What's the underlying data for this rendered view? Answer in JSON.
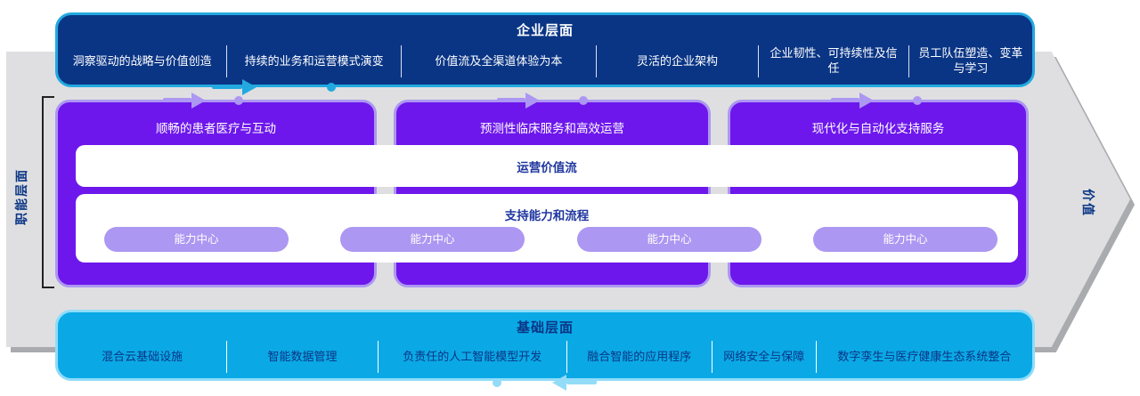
{
  "colors": {
    "navy": "#0A3585",
    "cyan": "#22A9E0",
    "purple": "#6D17EC",
    "light-purple": "#AC97F2",
    "sky": "#0AA9E6",
    "pale-border": "#8FDCF9",
    "pale-blue": "#93DCF8",
    "gray": "#DFDFE1",
    "gray-shadow": "#A9ABAE",
    "text-navy": "#20379F",
    "bracket": "#222222"
  },
  "enterprise": {
    "title": "企业层面",
    "items": [
      "洞察驱动的战略与价值创造",
      "持续的业务和运营模式演变",
      "价值流及全渠道体验为本",
      "灵活的企业架构",
      "企业韧性、可持续性及信任",
      "员工队伍塑造、变革与学习"
    ]
  },
  "functional": {
    "label": "职能层面",
    "boxes": [
      {
        "title": "顺畅的患者医疗与互动"
      },
      {
        "title": "预测性临床服务和高效运营"
      },
      {
        "title": "现代化与自动化支持服务"
      }
    ],
    "value_stream_label": "运营价值流",
    "support_label": "支持能力和流程",
    "capability_pills": [
      "能力中心",
      "能力中心",
      "能力中心",
      "能力中心"
    ]
  },
  "foundation": {
    "title": "基础层面",
    "items": [
      "混合云基础设施",
      "智能数据管理",
      "负责任的人工智能模型开发",
      "融合智能的应用程序",
      "网络安全与保障",
      "数字孪生与医疗健康生态系统整合"
    ]
  },
  "value_label": "价值"
}
